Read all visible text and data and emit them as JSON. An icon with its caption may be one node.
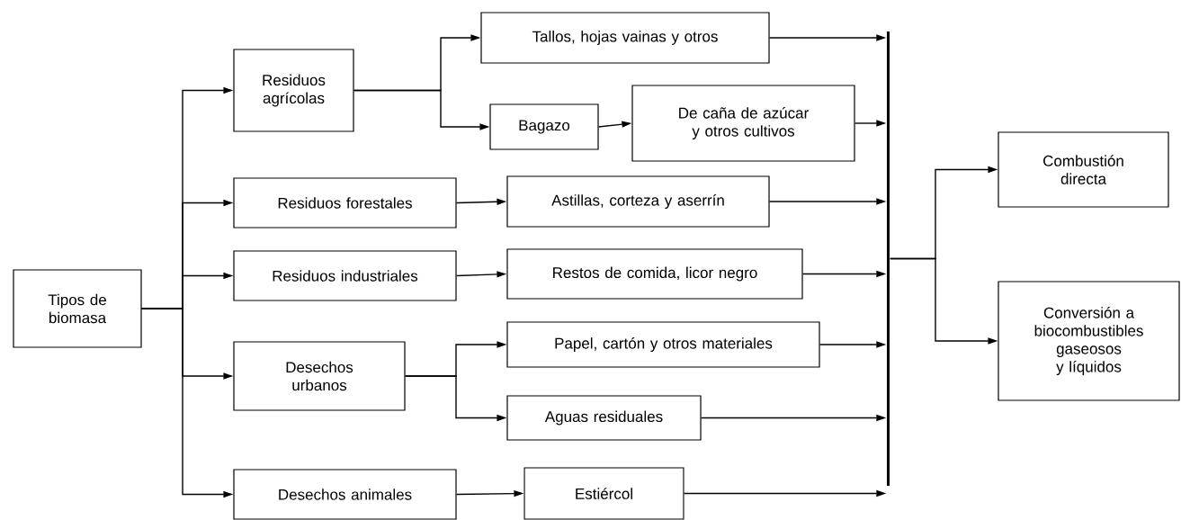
{
  "diagram": {
    "nodes": [
      {
        "text": [
          "Tipos de biomasa"
        ]
      },
      {
        "text": [
          "Residuos agrícolas"
        ]
      },
      {
        "text": [
          "Residuos forestales"
        ]
      },
      {
        "text": [
          "Residuos industriales"
        ]
      },
      {
        "text": [
          "Desechos urbanos"
        ]
      },
      {
        "text": [
          "Desechos animales"
        ]
      },
      {
        "text": [
          "Tallos, hojas vainas y otros"
        ]
      },
      {
        "text": [
          "Bagazo"
        ]
      },
      {
        "text": [
          "De caña de azúcar y otros cultivos"
        ]
      },
      {
        "text": [
          "Astillas, corteza y aserrín"
        ]
      },
      {
        "text": [
          "Restos de comida, licor negro"
        ]
      },
      {
        "text": [
          "Papel, cartón y otros materiales"
        ]
      },
      {
        "text": [
          "Aguas residuales"
        ]
      },
      {
        "text": [
          "Estiércol"
        ]
      },
      {
        "text": [],
        "shape": "bar"
      },
      {
        "text": [
          "Combustión directa"
        ]
      },
      {
        "text": [
          "Conversión a biocombustibles gaseosos y líquidos"
        ]
      }
    ],
    "edges": [
      {
        "from": 0,
        "to": 1,
        "arrow": "to"
      },
      {
        "from": 0,
        "to": 2,
        "arrow": "to"
      },
      {
        "from": 0,
        "to": 3,
        "arrow": "to"
      },
      {
        "from": 0,
        "to": 4,
        "arrow": "to"
      },
      {
        "from": 0,
        "to": 5,
        "arrow": "to"
      },
      {
        "from": 1,
        "to": 6,
        "arrow": "to"
      },
      {
        "from": 1,
        "to": 7,
        "arrow": "to"
      },
      {
        "from": 7,
        "to": 8,
        "arrow": "to"
      },
      {
        "from": 2,
        "to": 9,
        "arrow": "to"
      },
      {
        "from": 3,
        "to": 10,
        "arrow": "to"
      },
      {
        "from": 4,
        "to": 11,
        "arrow": "to"
      },
      {
        "from": 4,
        "to": 12,
        "arrow": "to"
      },
      {
        "from": 5,
        "to": 13,
        "arrow": "to"
      },
      {
        "from": 6,
        "to": 14,
        "arrow": "to"
      },
      {
        "from": 8,
        "to": 14,
        "arrow": "to"
      },
      {
        "from": 9,
        "to": 14,
        "arrow": "to"
      },
      {
        "from": 10,
        "to": 14,
        "arrow": "to"
      },
      {
        "from": 11,
        "to": 14,
        "arrow": "to"
      },
      {
        "from": 12,
        "to": 14,
        "arrow": "to"
      },
      {
        "from": 13,
        "to": 14,
        "arrow": "to"
      },
      {
        "from": 14,
        "to": 15,
        "arrow": "to"
      },
      {
        "from": 14,
        "to": 16,
        "arrow": "to"
      }
    ]
  }
}
